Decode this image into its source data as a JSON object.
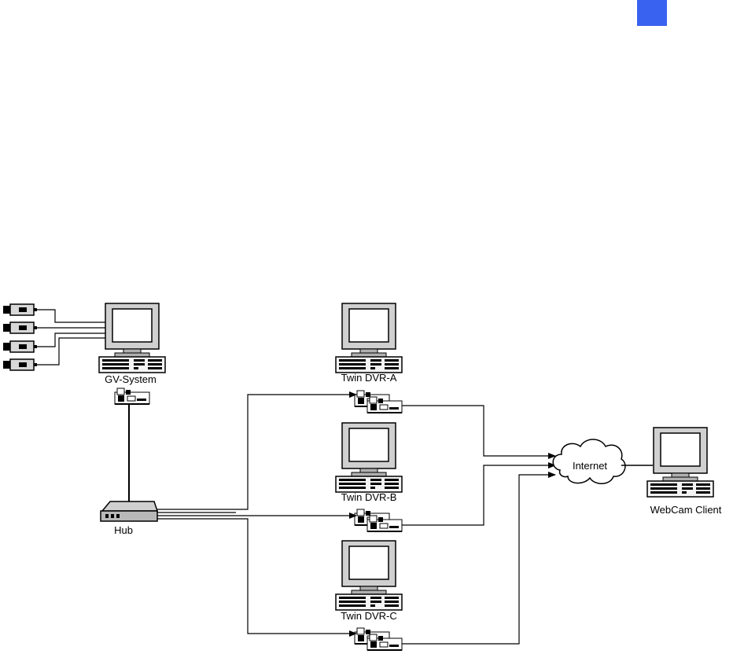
{
  "colors": {
    "accent": "#3a62f0",
    "line": "#000000",
    "screen": "#ffffff",
    "body": "#c8c8c8"
  },
  "nodes": {
    "gv_system": {
      "label": "GV-System",
      "icon": "computer-icon"
    },
    "twin_dvr_a": {
      "label": "Twin DVR-A",
      "icon": "computer-icon"
    },
    "twin_dvr_b": {
      "label": "Twin DVR-B",
      "icon": "computer-icon"
    },
    "twin_dvr_c": {
      "label": "Twin DVR-C",
      "icon": "computer-icon"
    },
    "webcam_client": {
      "label": "WebCam Client",
      "icon": "computer-icon"
    },
    "hub": {
      "label": "Hub",
      "icon": "hub-icon"
    },
    "internet": {
      "label": "Internet",
      "icon": "cloud-icon"
    },
    "cameras": {
      "icon": "camera-icon",
      "count": 4
    },
    "network_cards": {
      "icon": "network-card-icon"
    }
  }
}
